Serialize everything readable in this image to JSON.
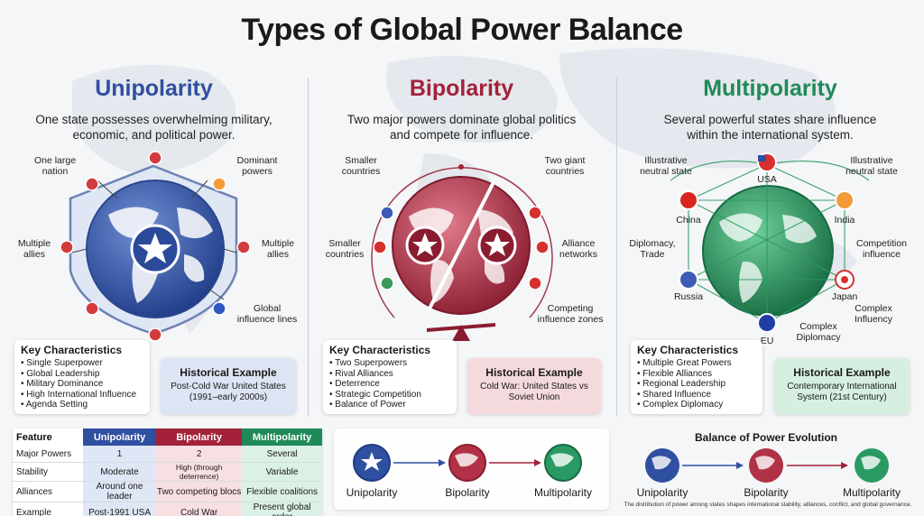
{
  "title": "Types of Global Power Balance",
  "colors": {
    "unipolar": "#2f4fa0",
    "bipolar": "#a3223a",
    "multipolar": "#1f8a57"
  },
  "columns": [
    {
      "heading": "Unipolarity",
      "description_line1": "One state possesses overwhelming military,",
      "description_line2": "economic, and political power.",
      "labels": {
        "one_large_line1": "One large",
        "one_large_line2": "nation",
        "dominant_line1": "Dominant",
        "dominant_line2": "powers",
        "allies_left_line1": "Multiple",
        "allies_left_line2": "allies",
        "allies_right_line1": "Multiple",
        "allies_right_line2": "allies",
        "global_line1": "Global",
        "global_line2": "influence lines"
      },
      "key_title": "Key Characteristics",
      "key_items": [
        "Single Superpower",
        "Global Leadership",
        "Military Dominance",
        "High International Influence",
        "Agenda Setting"
      ],
      "hist_title": "Historical Example",
      "hist_line1": "Post-Cold War United States",
      "hist_line2": "(1991–early 2000s)"
    },
    {
      "heading": "Bipolarity",
      "description_line1": "Two major powers dominate global politics",
      "description_line2": "and compete for influence.",
      "labels": {
        "smaller_top_line1": "Smaller",
        "smaller_top_line2": "countries",
        "giant_line1": "Two giant",
        "giant_line2": "countries",
        "smaller_mid_line1": "Smaller",
        "smaller_mid_line2": "countries",
        "alliance_line1": "Alliance",
        "alliance_line2": "networks",
        "competing_line1": "Competing",
        "competing_line2": "influence zones"
      },
      "key_title": "Key Characteristics",
      "key_items": [
        "Two Superpowers",
        "Rival Alliances",
        "Deterrence",
        "Strategic Competition",
        "Balance of Power"
      ],
      "hist_title": "Historical Example",
      "hist_line1": "Cold War: United States vs",
      "hist_line2": "Soviet Union"
    },
    {
      "heading": "Multipolarity",
      "description_line1": "Several powerful states share influence",
      "description_line2": "within the international system.",
      "labels": {
        "neutral_left_line1": "Illustrative",
        "neutral_left_line2": "neutral state",
        "neutral_right_line1": "Illustrative",
        "neutral_right_line2": "neutral state",
        "usa": "USA",
        "china": "China",
        "india": "India",
        "russia": "Russia",
        "japan": "Japan",
        "eu": "EU",
        "diplomacy_line1": "Diplomacy,",
        "diplomacy_line2": "Trade",
        "competition_line1": "Competition",
        "competition_line2": "influence",
        "complex_infl_line1": "Complex",
        "complex_infl_line2": "Influency",
        "complex_dip_line1": "Complex",
        "complex_dip_line2": "Diplomacy"
      },
      "key_title": "Key Characteristics",
      "key_items": [
        "Multiple Great Powers",
        "Flexible Alliances",
        "Regional Leadership",
        "Shared Influence",
        "Complex Diplomacy"
      ],
      "hist_title": "Historical Example",
      "hist_line1": "Contemporary International",
      "hist_line2": "System (21st Century)"
    }
  ],
  "table": {
    "headers": [
      "Feature",
      "Unipolarity",
      "Bipolarity",
      "Multipolarity"
    ],
    "rows": [
      [
        "Major Powers",
        "1",
        "2",
        "Several"
      ],
      [
        "Stability",
        "Moderate",
        "High (through deterrence)",
        "Variable"
      ],
      [
        "Alliances",
        "Around one leader",
        "Two competing blocs",
        "Flexible coalitions"
      ],
      [
        "Example",
        "Post-1991 USA",
        "Cold War",
        "Present global order"
      ]
    ]
  },
  "flow": {
    "labels": [
      "Unipolarity",
      "Bipolarity",
      "Multipolarity"
    ]
  },
  "evolution": {
    "title": "Balance of Power Evolution",
    "labels": [
      "Unipolarity",
      "Bipolarity",
      "Multipolarity"
    ],
    "footer": "The distribution of power among states shapes international stability, alliances, conflict, and global governance."
  }
}
